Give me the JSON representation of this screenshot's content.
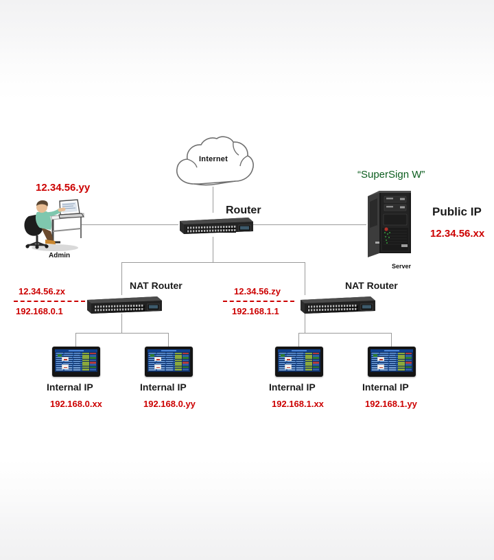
{
  "diagram": {
    "title": "SuperSign W network topology",
    "colors": {
      "ip_red": "#cc0000",
      "label_black": "#1a1a1a",
      "brand_green": "#0b5d1e",
      "line_gray": "#9a9a9a"
    }
  },
  "cloud": {
    "label": "Internet"
  },
  "admin": {
    "ip": "12.34.56.yy",
    "label": "Admin",
    "icon": "admin-at-desk-icon"
  },
  "router": {
    "label": "Router",
    "icon": "rack-switch-icon"
  },
  "server": {
    "brand": "“SuperSign W”",
    "label": "Server",
    "public_ip_label": "Public IP",
    "public_ip": "12.34.56.xx",
    "icon": "server-tower-icon"
  },
  "nat_routers": [
    {
      "label": "NAT Router",
      "wan_ip": "12.34.56.zx",
      "lan_ip": "192.168.0.1",
      "icon": "rack-switch-icon"
    },
    {
      "label": "NAT Router",
      "wan_ip": "12.34.56.zy",
      "lan_ip": "192.168.1.1",
      "icon": "rack-switch-icon"
    }
  ],
  "displays": [
    {
      "label": "Internal IP",
      "ip": "192.168.0.xx",
      "icon": "signage-display-icon"
    },
    {
      "label": "Internal IP",
      "ip": "192.168.0.yy",
      "icon": "signage-display-icon"
    },
    {
      "label": "Internal IP",
      "ip": "192.168.1.xx",
      "icon": "signage-display-icon"
    },
    {
      "label": "Internal IP",
      "ip": "192.168.1.yy",
      "icon": "signage-display-icon"
    }
  ]
}
